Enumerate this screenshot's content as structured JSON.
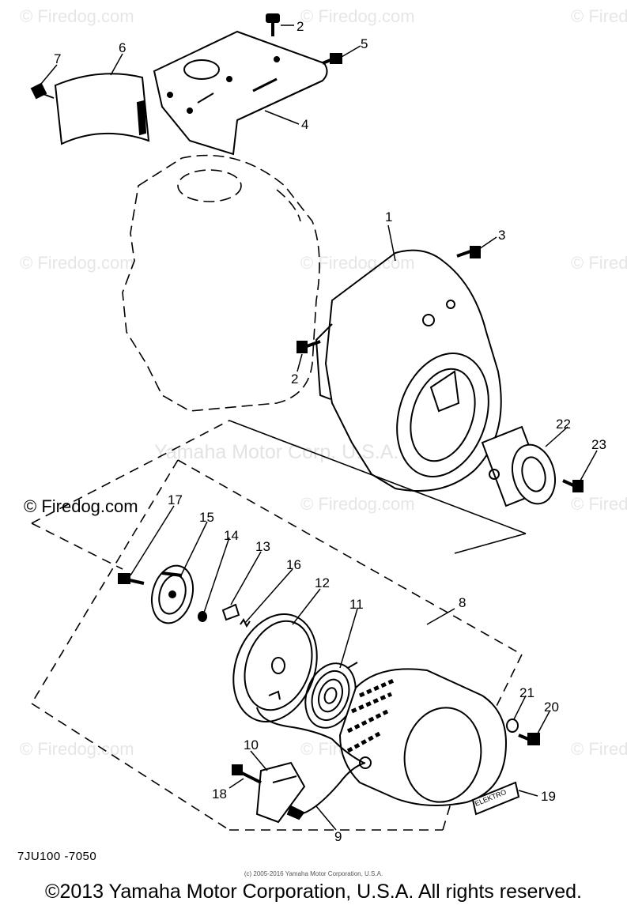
{
  "watermarks": {
    "brand": "© Firedog.com",
    "center": "Yamaha Motor Corp. U.S.A."
  },
  "callouts": [
    "1",
    "2",
    "3",
    "4",
    "5",
    "6",
    "7",
    "8",
    "9",
    "10",
    "11",
    "12",
    "13",
    "14",
    "15",
    "16",
    "17",
    "18",
    "19",
    "20",
    "21",
    "22",
    "23"
  ],
  "callout_second_2": "2",
  "decal_text": "ELEKTRO",
  "part_code": "7JU100 -7050",
  "tiny_copyright": "(c) 2005-2016 Yamaha Motor Corporation, U.S.A.",
  "copyright": "©2013 Yamaha Motor Corporation, U.S.A. All rights reserved.",
  "colors": {
    "ink": "#000000",
    "watermark": "#e6e6e6",
    "background": "#ffffff"
  }
}
